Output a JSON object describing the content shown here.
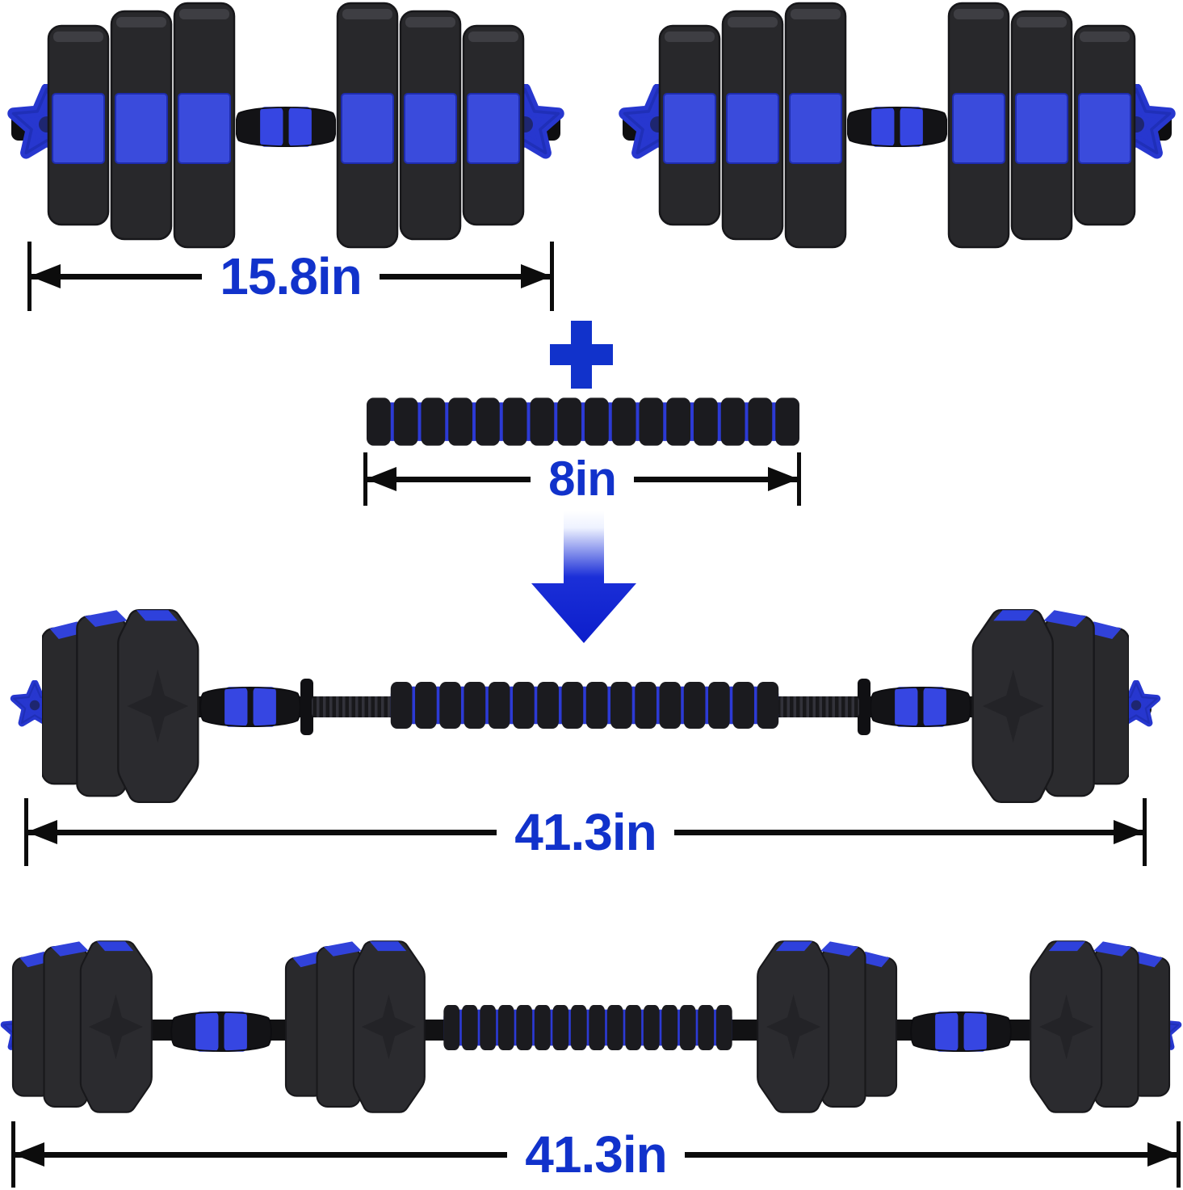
{
  "figure": {
    "dimensions": {
      "dumbbell": {
        "label": "15.8in"
      },
      "connector": {
        "label": "8in"
      },
      "barbell": {
        "label": "41.3in"
      },
      "barbell_expanded": {
        "label": "41.3in"
      }
    },
    "icons": {
      "plus": "plus-icon",
      "arrow_down": "arrow-down-icon"
    },
    "colors": {
      "accent": "#3a4bdc",
      "label": "#1132cb",
      "line": "#0c0c0c",
      "plate": "#28282b"
    }
  }
}
